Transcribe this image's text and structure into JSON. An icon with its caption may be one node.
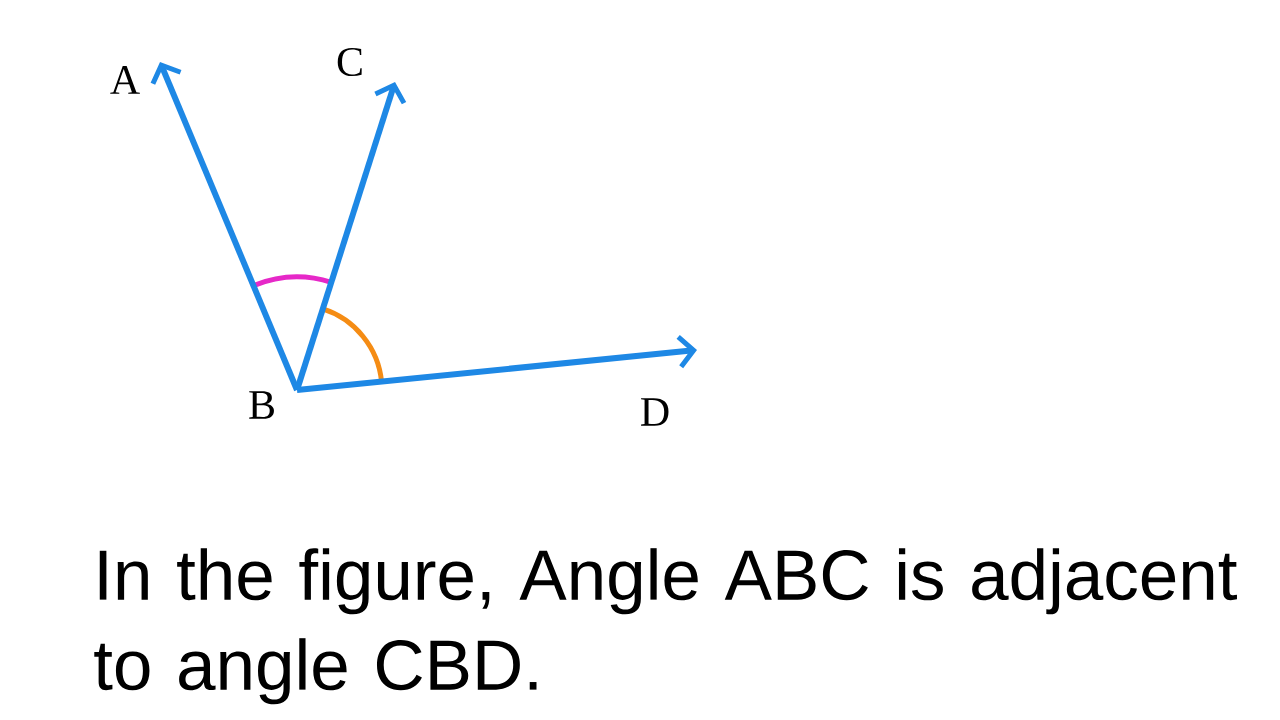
{
  "diagram": {
    "caption": "In the figure, Angle ABC is adjacent to angle CBD.",
    "nodes": [
      {
        "text": [
          "A"
        ]
      },
      {
        "text": [
          "B"
        ]
      },
      {
        "text": [
          "C"
        ]
      },
      {
        "text": [
          "D"
        ]
      }
    ],
    "edges": [
      {
        "from": 1,
        "to": 0,
        "arrow": "to"
      },
      {
        "from": 1,
        "to": 2,
        "arrow": "to"
      },
      {
        "from": 1,
        "to": 3,
        "arrow": "to"
      }
    ]
  }
}
